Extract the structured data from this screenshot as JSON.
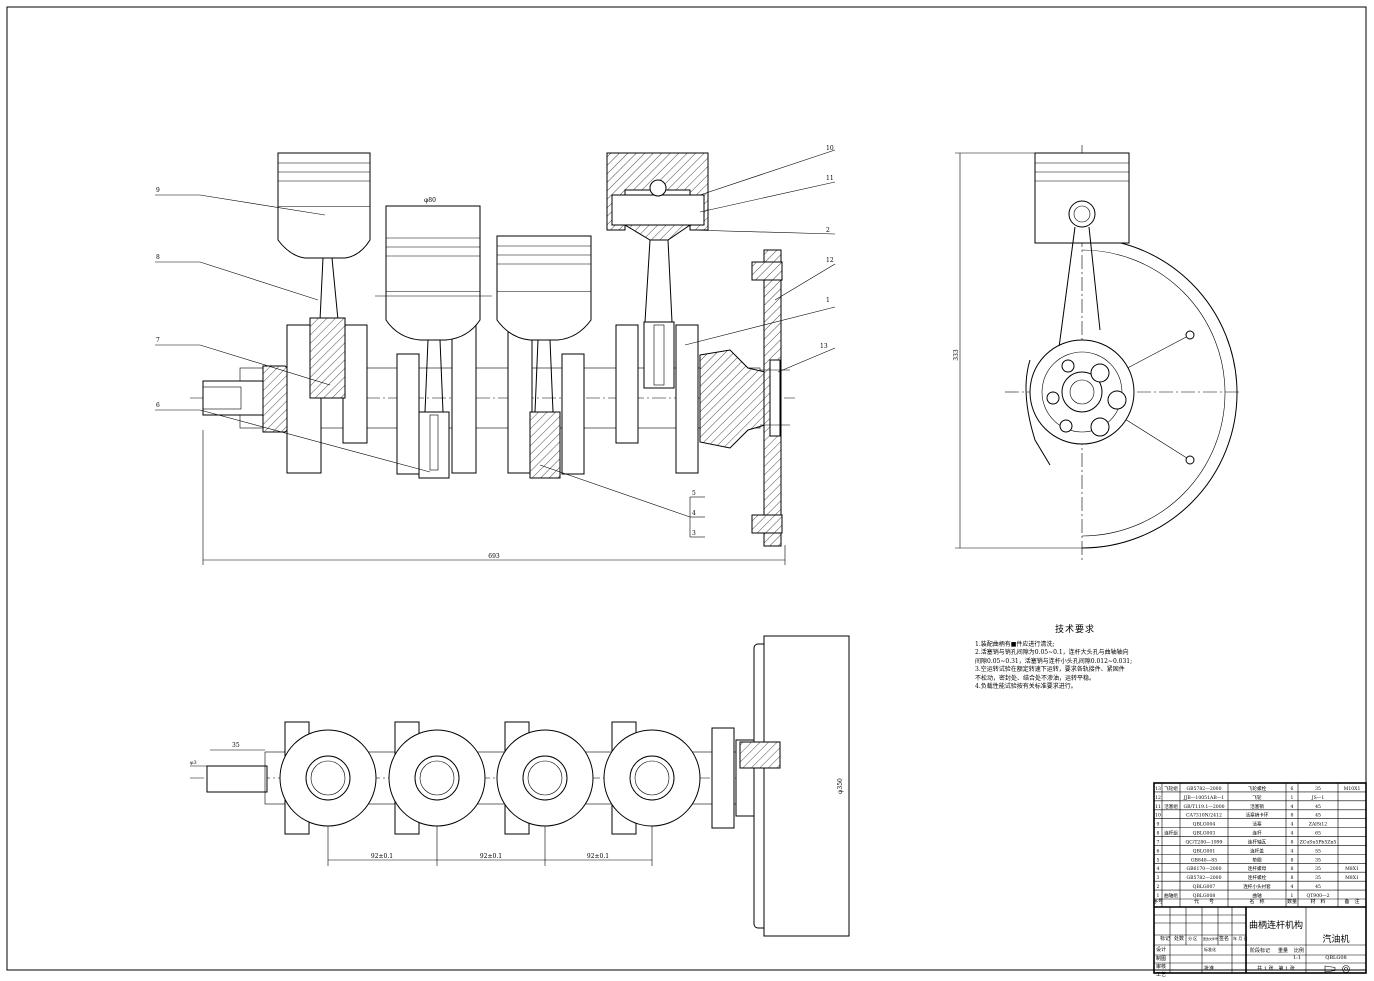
{
  "dimensions": {
    "overall_length": "693",
    "pin_bore": "φ80",
    "height": "333",
    "flywheel_dia": "φ350",
    "journal_spacing": [
      "92±0.1",
      "92±0.1",
      "92±0.1"
    ],
    "shaft_step": "35",
    "shaft_small": "φ3"
  },
  "callouts": [
    "9",
    "8",
    "7",
    "6",
    "10",
    "11",
    "2",
    "12",
    "1",
    "13",
    "5",
    "4",
    "3"
  ],
  "tech": {
    "title": "技术要求",
    "lines": [
      "1.装配曲柄有■件应进行清洗;",
      "2.活塞销与销孔间隙为0.05~0.1，连杆大头孔与曲轴轴向",
      "  间隙0.05~0.31，活塞销与连杆小头孔间隙0.012~0.031;",
      "3.空运转试验在额定转速下运转，要求各轨接件、紧固件",
      "  不松动，密封处、结合处不渗油，运转平稳。",
      "4.负载性能试验按有关标准要求进行。"
    ]
  },
  "bom": {
    "rows": [
      {
        "no": "13",
        "group": "飞轮组",
        "code": "GB5782—2000",
        "name": "飞轮螺栓",
        "qty": "6",
        "mat": "35",
        "note": "M10X1"
      },
      {
        "no": "12",
        "group": "",
        "code": "JJB—10051AB—1",
        "name": "飞轮",
        "qty": "1",
        "mat": "JS—1",
        "note": ""
      },
      {
        "no": "11",
        "group": "活塞组",
        "code": "GB/T119.1—2000",
        "name": "活塞销",
        "qty": "4",
        "mat": "45",
        "note": ""
      },
      {
        "no": "10",
        "group": "",
        "code": "CA7310N/2412",
        "name": "活塞销卡环",
        "qty": "8",
        "mat": "45",
        "note": ""
      },
      {
        "no": "9",
        "group": "",
        "code": "QBLG004",
        "name": "活塞",
        "qty": "4",
        "mat": "ZAlSi12",
        "note": ""
      },
      {
        "no": "8",
        "group": "连杆组",
        "code": "QBLG003",
        "name": "连杆",
        "qty": "4",
        "mat": "65",
        "note": ""
      },
      {
        "no": "7",
        "group": "",
        "code": "QC/T280—1999",
        "name": "连杆轴瓦",
        "qty": "8",
        "mat": "ZCuSn5Pb5Zn5",
        "note": ""
      },
      {
        "no": "6",
        "group": "",
        "code": "QBLG001",
        "name": "连杆盖",
        "qty": "4",
        "mat": "55",
        "note": ""
      },
      {
        "no": "5",
        "group": "",
        "code": "GB848—85",
        "name": "垫圈",
        "qty": "8",
        "mat": "35",
        "note": ""
      },
      {
        "no": "4",
        "group": "",
        "code": "GB6170—2000",
        "name": "连杆螺母",
        "qty": "8",
        "mat": "35",
        "note": "M8X1"
      },
      {
        "no": "3",
        "group": "",
        "code": "GB5782—2000",
        "name": "连杆螺栓",
        "qty": "8",
        "mat": "35",
        "note": "M8X1"
      },
      {
        "no": "2",
        "group": "",
        "code": "QBLG007",
        "name": "连杆小头衬套",
        "qty": "4",
        "mat": "45",
        "note": ""
      },
      {
        "no": "1",
        "group": "曲轴组",
        "code": "QBLG008",
        "name": "曲轴",
        "qty": "1",
        "mat": "QT900—2",
        "note": ""
      }
    ],
    "header": {
      "no": "序号",
      "code": "代　　号",
      "name": "名　称",
      "qty": "数量",
      "mat": "材　料",
      "note": "备　注"
    }
  },
  "title_block": {
    "drawing_name": "曲柄连杆机构",
    "product": "汽油机",
    "drawing_no": "QBLG08",
    "scale": "1:1",
    "sheets": "共 1 张　第 1 张",
    "labels": {
      "mark": "标记",
      "count": "处数",
      "zone": "分 区",
      "change_doc": "更改文件号",
      "sign": "签名",
      "date": "年 月 日",
      "design": "设计",
      "check": "审核",
      "process": "工艺",
      "draw": "制图",
      "std": "标准化",
      "approve": "批准",
      "stage": "阶段标记",
      "weight": "重量",
      "ratio": "比例"
    }
  }
}
